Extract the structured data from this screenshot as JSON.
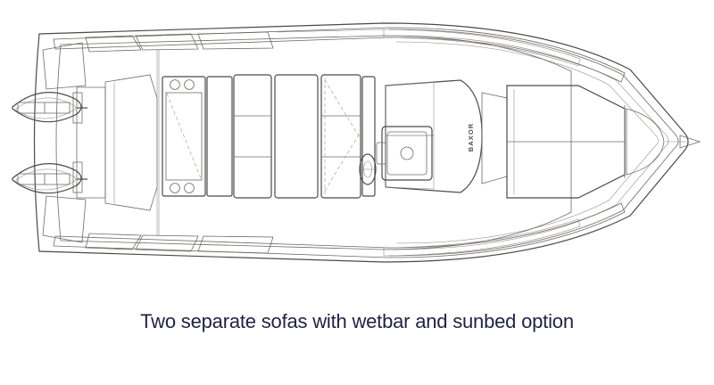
{
  "page": {
    "background_color": "#ffffff",
    "type": "boat-layout-diagram"
  },
  "caption": {
    "text": "Two separate sofas with wetbar and sunbed option",
    "color": "#1f2340"
  },
  "diagram": {
    "title": "Boat deck plan top view",
    "view": "top-down layout plan",
    "orientation": "stern at left, bow at right",
    "colors": {
      "hull_outline": "#4a4a48",
      "teak_deck": "#c8bfb0",
      "teak_deck_light": "#d5ccbd",
      "cushion": "#ece9df",
      "cushion_shadow": "#e2dfd2",
      "console_light": "#cfcfcd",
      "console_mid": "#b6b6b3",
      "console_dark": "#8e8e8b",
      "white_trim": "#fbfbfa",
      "bow_deck": "#cdc4b3",
      "dashed_fold": "#b3aea2"
    },
    "elements": [
      {
        "name": "outboard-engine-port",
        "label": "Outboard engine (port)",
        "position": "stern-left-upper"
      },
      {
        "name": "outboard-engine-starboard",
        "label": "Outboard engine (starboard)",
        "position": "stern-left-lower"
      },
      {
        "name": "swim-platform-port",
        "label": "Swim platform (port)",
        "position": "stern-upper"
      },
      {
        "name": "swim-platform-starboard",
        "label": "Swim platform (starboard)",
        "position": "stern-lower"
      },
      {
        "name": "transom-deck",
        "label": "Transom teak deck",
        "position": "stern"
      },
      {
        "name": "wetbar-module",
        "label": "Wetbar",
        "detail": "four circular burners / sinks",
        "circle_count": 4
      },
      {
        "name": "aft-sofa",
        "label": "Aft sofa",
        "cushion_segments": 3
      },
      {
        "name": "sunbed-backrest",
        "label": "Sunbed backrest panel",
        "cushion_segments": 1
      },
      {
        "name": "forward-sofa",
        "label": "Forward sofa",
        "cushion_segments": 3
      },
      {
        "name": "steering-wheel",
        "label": "Steering wheel",
        "position": "helm"
      },
      {
        "name": "helm-seat",
        "label": "Helm seat",
        "position": "helm"
      },
      {
        "name": "helm-console",
        "label": "Helm console",
        "position": "midship-starboard"
      },
      {
        "name": "windscreen",
        "label": "Windscreen",
        "position": "forward-of-console"
      },
      {
        "name": "bow-sunpad",
        "label": "Bow sunpad",
        "position": "bow"
      },
      {
        "name": "bow-teak-deck",
        "label": "Bow teak deck",
        "position": "bow-tip"
      },
      {
        "name": "anchor-fitting",
        "label": "Anchor fitting",
        "position": "bow-tip"
      },
      {
        "name": "tube-gunwale-port",
        "label": "Gunwale tube (port)",
        "position": "port-side"
      },
      {
        "name": "tube-gunwale-starboard",
        "label": "Gunwale tube (starboard)",
        "position": "starboard-side"
      }
    ],
    "console_brand": "BAXOR"
  }
}
